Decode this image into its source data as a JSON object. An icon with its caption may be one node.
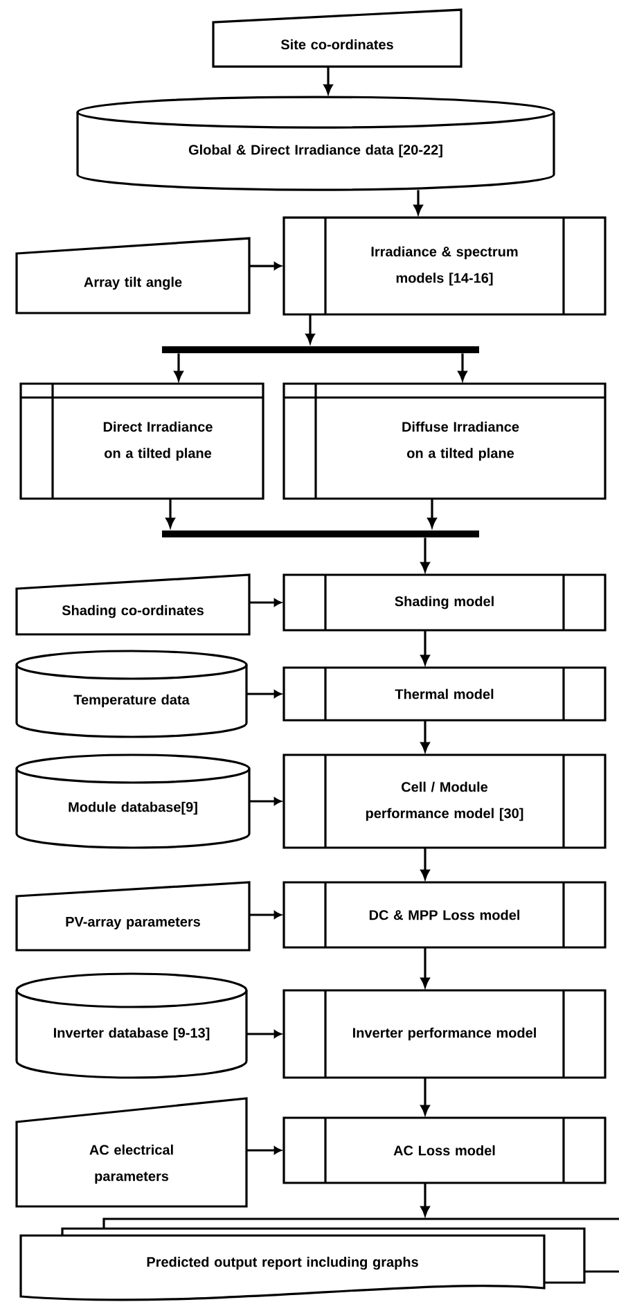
{
  "diagram": {
    "nodes": [
      {
        "text": [
          "Site co-ordinates"
        ]
      },
      {
        "text": [
          "Global & Direct Irradiance data [20-22]"
        ]
      },
      {
        "text": [
          "Array tilt angle"
        ]
      },
      {
        "text": [
          "Irradiance & spectrum models [14-16]"
        ]
      },
      {
        "text": [],
        "shape": "bar"
      },
      {
        "text": [
          "Direct Irradiance on a tilted plane"
        ]
      },
      {
        "text": [
          "Diffuse Irradiance on a tilted plane"
        ]
      },
      {
        "text": [],
        "shape": "bar"
      },
      {
        "text": [
          "Shading co-ordinates"
        ]
      },
      {
        "text": [
          "Shading model"
        ]
      },
      {
        "text": [
          "Temperature data"
        ]
      },
      {
        "text": [
          "Thermal model"
        ]
      },
      {
        "text": [
          "Module database[9]"
        ]
      },
      {
        "text": [
          "Cell / Module performance model [30]"
        ]
      },
      {
        "text": [
          "PV-array parameters"
        ]
      },
      {
        "text": [
          "DC & MPP Loss model"
        ]
      },
      {
        "text": [
          "Inverter database [9-13]"
        ]
      },
      {
        "text": [
          "Inverter performance model"
        ]
      },
      {
        "text": [
          "AC electrical parameters"
        ]
      },
      {
        "text": [
          "AC Loss model"
        ]
      },
      {
        "text": [
          "Predicted output report including graphs"
        ]
      }
    ],
    "edges": [
      {
        "from": 0,
        "to": 1,
        "arrow": "to"
      },
      {
        "from": 1,
        "to": 3,
        "arrow": "to"
      },
      {
        "from": 2,
        "to": 3,
        "arrow": "to"
      },
      {
        "from": 3,
        "to": 4,
        "arrow": "to"
      },
      {
        "from": 4,
        "to": 5,
        "arrow": "to"
      },
      {
        "from": 4,
        "to": 6,
        "arrow": "to"
      },
      {
        "from": 5,
        "to": 7,
        "arrow": "to"
      },
      {
        "from": 6,
        "to": 7,
        "arrow": "to"
      },
      {
        "from": 7,
        "to": 9,
        "arrow": "to"
      },
      {
        "from": 8,
        "to": 9,
        "arrow": "to"
      },
      {
        "from": 9,
        "to": 11,
        "arrow": "to"
      },
      {
        "from": 10,
        "to": 11,
        "arrow": "to"
      },
      {
        "from": 11,
        "to": 13,
        "arrow": "to"
      },
      {
        "from": 12,
        "to": 13,
        "arrow": "to"
      },
      {
        "from": 13,
        "to": 15,
        "arrow": "to"
      },
      {
        "from": 14,
        "to": 15,
        "arrow": "to"
      },
      {
        "from": 15,
        "to": 17,
        "arrow": "to"
      },
      {
        "from": 16,
        "to": 17,
        "arrow": "to"
      },
      {
        "from": 17,
        "to": 19,
        "arrow": "to"
      },
      {
        "from": 18,
        "to": 19,
        "arrow": "to"
      },
      {
        "from": 19,
        "to": 20,
        "arrow": "to"
      }
    ]
  }
}
